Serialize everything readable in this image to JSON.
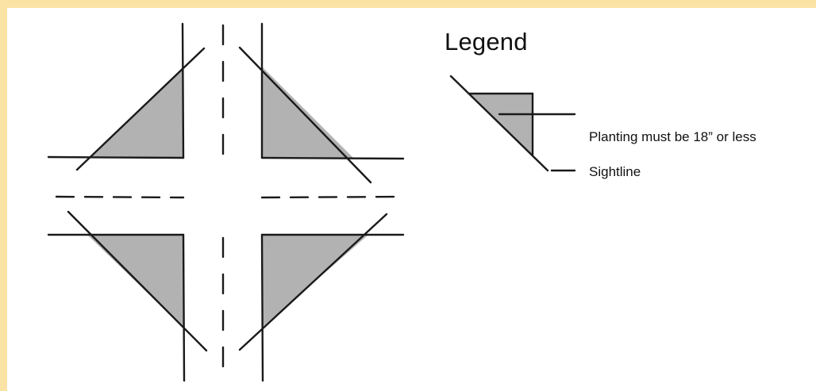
{
  "legend": {
    "title": "Legend",
    "planting_label": "Planting must be 18” or less",
    "sightline_label": "Sightline"
  },
  "colors": {
    "page_border": "#fbe3a6",
    "planting_fill": "#b2b2b2",
    "line": "#1a1a1a"
  }
}
